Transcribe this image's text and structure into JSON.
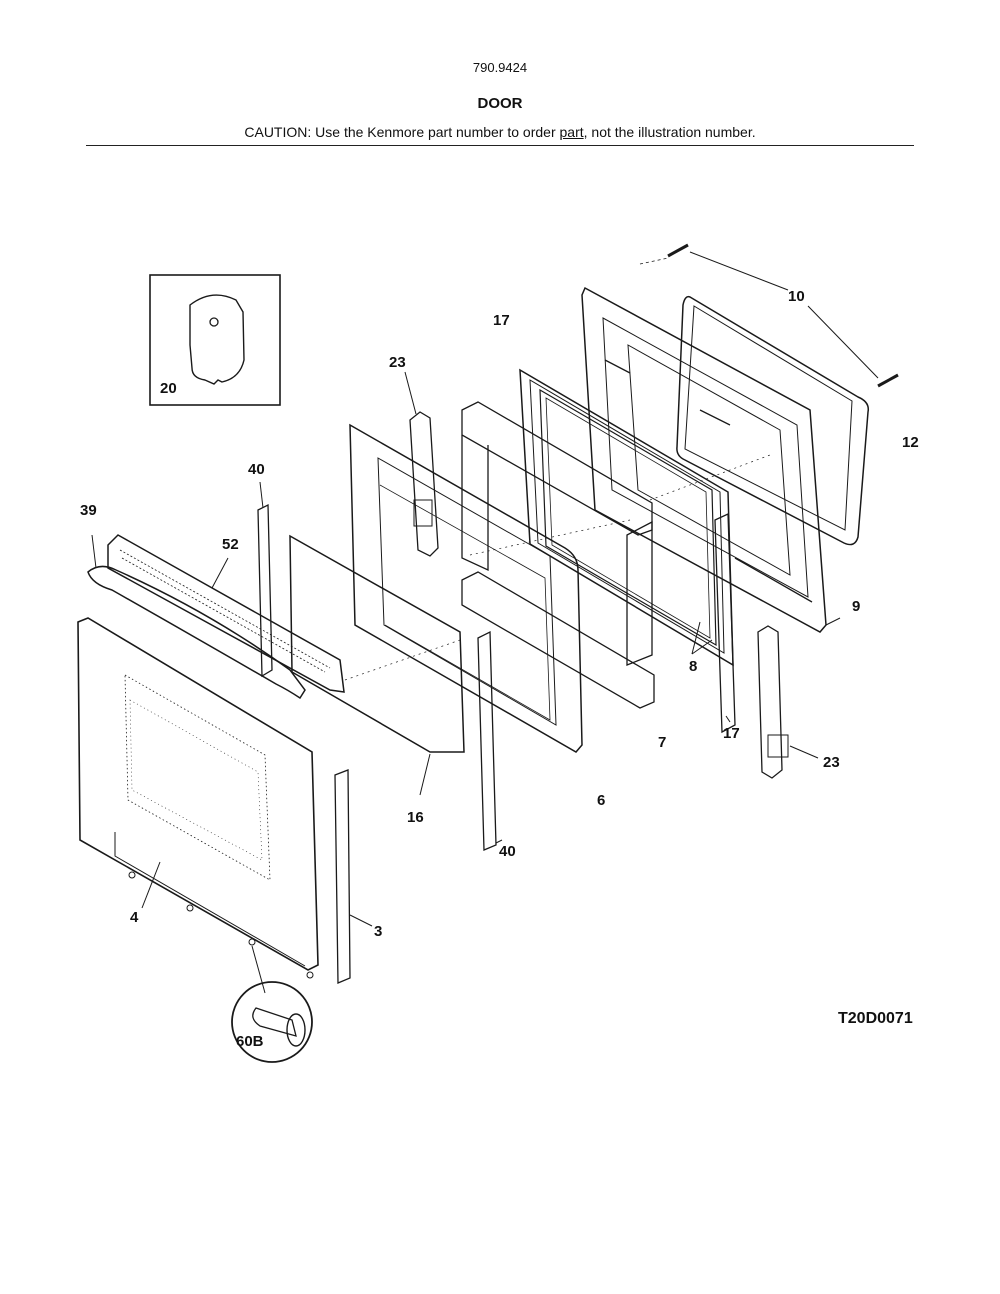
{
  "header": {
    "model": "790.9424",
    "title": "DOOR",
    "caution_before": "CAUTION: Use the Kenmore part number to order ",
    "caution_underlined": "part",
    "caution_after": ", not the illustration number."
  },
  "callouts": {
    "c20": "20",
    "c10": "10",
    "c17a": "17",
    "c23a": "23",
    "c12": "12",
    "c40a": "40",
    "c39": "39",
    "c52": "52",
    "c9": "9",
    "c8": "8",
    "c7": "7",
    "c17b": "17",
    "c23b": "23",
    "c6": "6",
    "c16": "16",
    "c40b": "40",
    "c4": "4",
    "c3": "3",
    "c60b": "60B"
  },
  "drawing_id": "T20D0071"
}
